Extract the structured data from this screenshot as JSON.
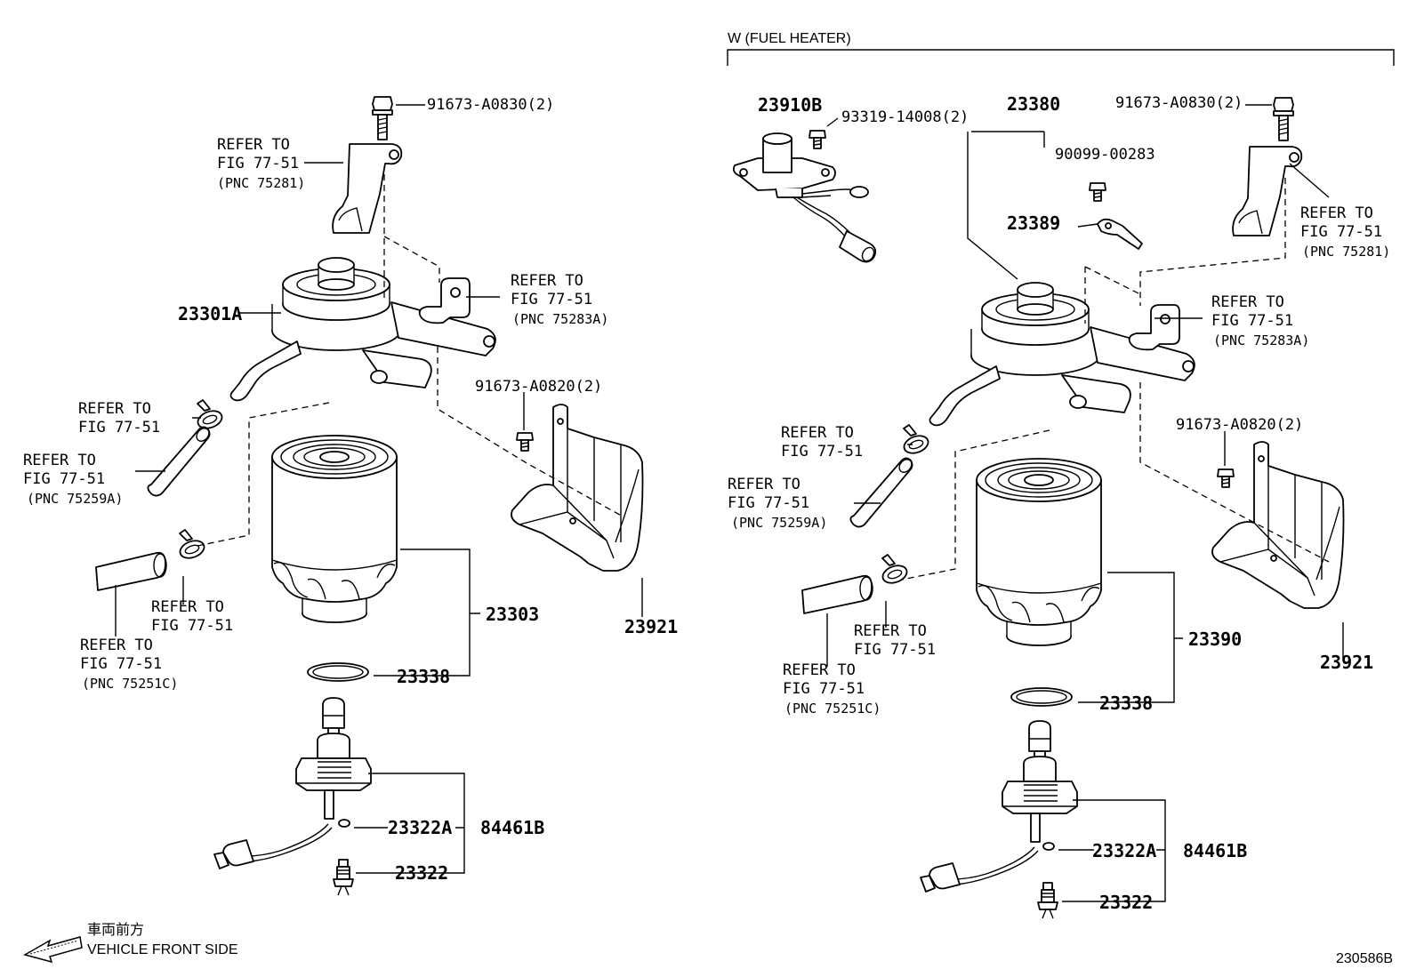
{
  "heater_bracket": "W (FUEL HEATER)",
  "footer": {
    "jp_direction": "車両前方",
    "direction": "VEHICLE FRONT SIDE",
    "figure_id": "230586B"
  },
  "left": {
    "bolt_top": "91673-A0830(2)",
    "ref_clip_top": [
      "REFER TO",
      "FIG 77-51",
      "(PNC 75281)"
    ],
    "head": "23301A",
    "ref_plate": [
      "REFER TO",
      "FIG 77-51",
      "(PNC 75283A)"
    ],
    "ref_clamp_small": [
      "REFER TO",
      "FIG 77-51"
    ],
    "ref_hose_small": [
      "REFER TO",
      "FIG 77-51",
      "(PNC 75259A)"
    ],
    "bolt_bracket": "91673-A0820(2)",
    "filter": "23303",
    "bracket": "23921",
    "ref_clamp_low": [
      "REFER TO",
      "FIG 77-51"
    ],
    "ref_hose_low": [
      "REFER TO",
      "FIG 77-51",
      "(PNC 75251C)"
    ],
    "gasket": "23338",
    "oring": "23322A",
    "sensor_assy": "84461B",
    "plug": "23322"
  },
  "right": {
    "heater_sensor": "23910B",
    "screw_heater": "93319-14008(2)",
    "head_assy": "23380",
    "bolt_top": "91673-A0830(2)",
    "screw_terminal": "90099-00283",
    "terminal": "23389",
    "ref_clip_top": [
      "REFER TO",
      "FIG 77-51",
      "(PNC 75281)"
    ],
    "ref_plate": [
      "REFER TO",
      "FIG 77-51",
      "(PNC 75283A)"
    ],
    "ref_clamp_small": [
      "REFER TO",
      "FIG 77-51"
    ],
    "ref_hose_small": [
      "REFER TO",
      "FIG 77-51",
      "(PNC 75259A)"
    ],
    "bolt_bracket": "91673-A0820(2)",
    "filter": "23390",
    "bracket": "23921",
    "ref_clamp_low": [
      "REFER TO",
      "FIG 77-51"
    ],
    "ref_hose_low": [
      "REFER TO",
      "FIG 77-51",
      "(PNC 75251C)"
    ],
    "gasket": "23338",
    "oring": "23322A",
    "sensor_assy": "84461B",
    "plug": "23322"
  }
}
